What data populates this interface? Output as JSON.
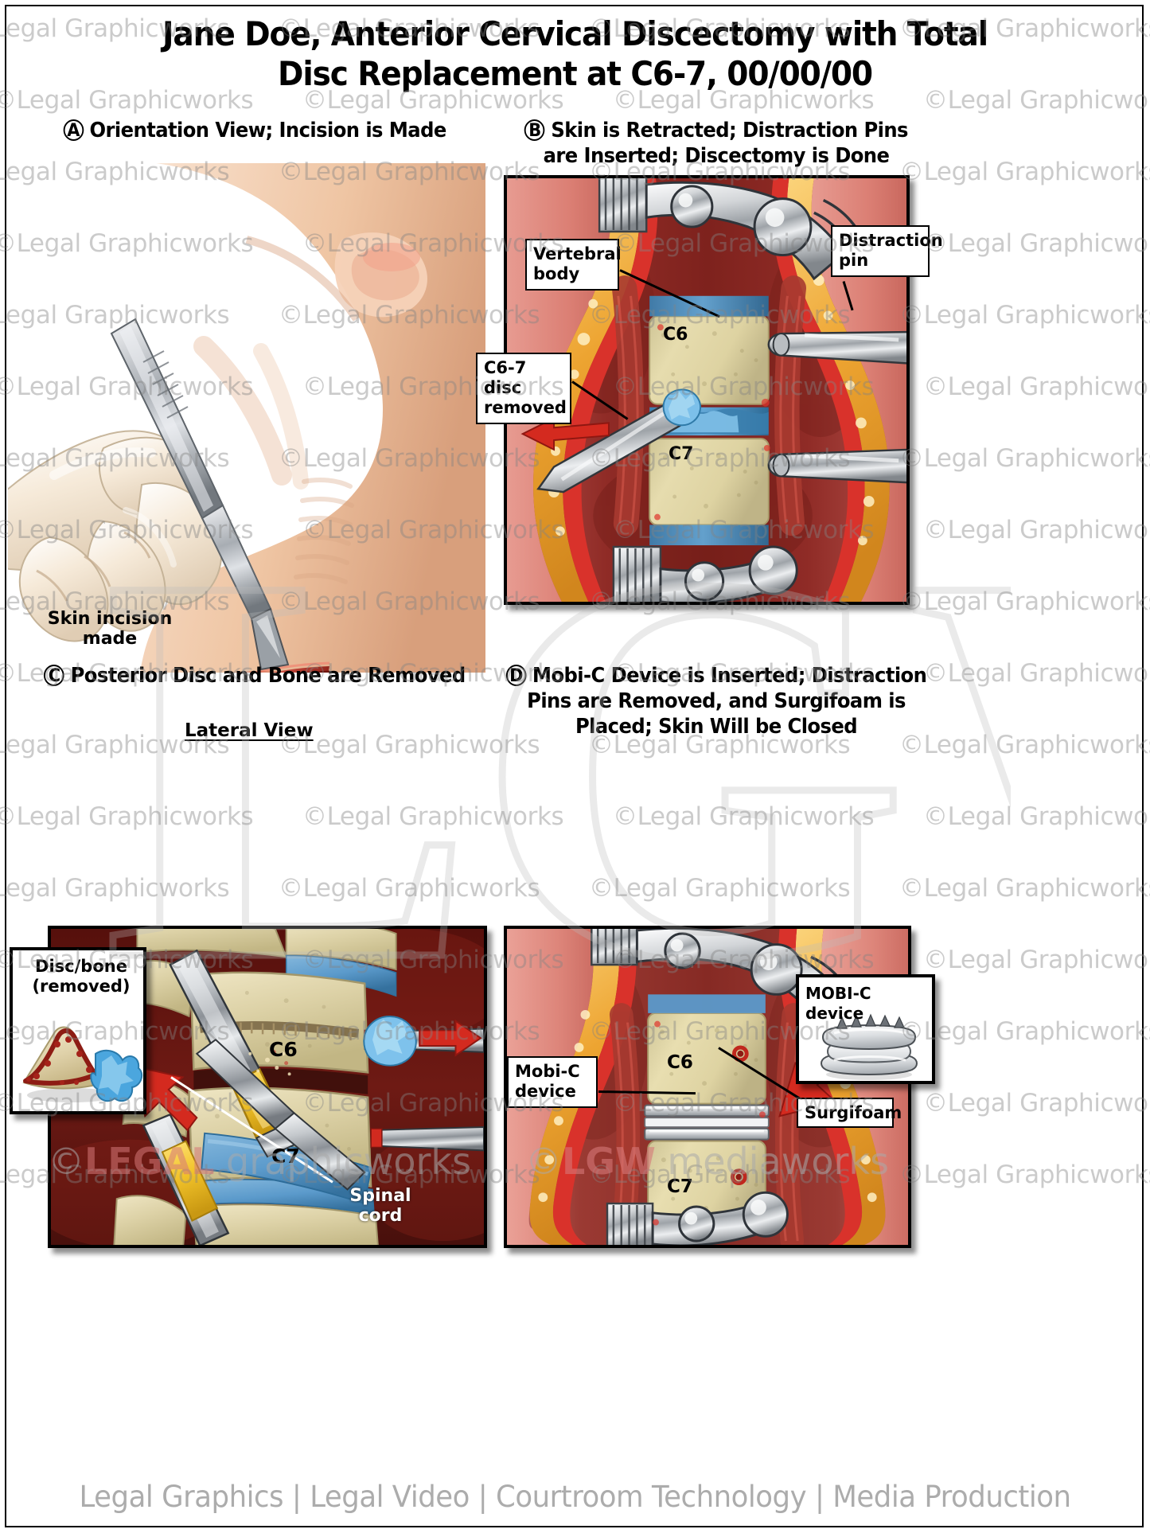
{
  "document": {
    "title_line1": "Jane Doe, Anterior Cervical Discectomy with Total",
    "title_line2": "Disc Replacement at C6-7, 00/00/00"
  },
  "panels": [
    {
      "id": "A",
      "letter": "A",
      "heading_lines": [
        "Orientation View; Incision is Made"
      ],
      "labels": [
        {
          "name": "skin-incision",
          "text": "Skin incision\nmade"
        }
      ]
    },
    {
      "id": "B",
      "letter": "B",
      "heading_lines": [
        "Skin is Retracted; Distraction Pins",
        "are Inserted; Discectomy is Done"
      ],
      "labels": [
        {
          "name": "vertebral-body",
          "text": "Vertebral\nbody"
        },
        {
          "name": "distraction-pin",
          "text": "Distraction\npin"
        },
        {
          "name": "c6-7-disc-removed",
          "text": "C6-7 disc\nremoved"
        },
        {
          "name": "c6",
          "text": "C6"
        },
        {
          "name": "c7",
          "text": "C7"
        }
      ]
    },
    {
      "id": "C",
      "letter": "C",
      "heading_lines": [
        "Posterior Disc and Bone are Removed"
      ],
      "subheading": "Lateral View",
      "labels": [
        {
          "name": "disc-bone-removed",
          "text": "Disc/bone\n(removed)"
        },
        {
          "name": "c6",
          "text": "C6"
        },
        {
          "name": "c7",
          "text": "C7"
        },
        {
          "name": "spinal-cord",
          "text": "Spinal\ncord"
        }
      ]
    },
    {
      "id": "D",
      "letter": "D",
      "heading_lines": [
        "Mobi-C Device is Inserted; Distraction",
        "Pins are Removed, and Surgifoam is",
        "Placed; Skin Will be Closed"
      ],
      "labels": [
        {
          "name": "mobi-c-device-inset",
          "text": "MOBI-C device"
        },
        {
          "name": "mobi-c-device",
          "text": "Mobi-C\ndevice"
        },
        {
          "name": "c6",
          "text": "C6"
        },
        {
          "name": "c7",
          "text": "C7"
        },
        {
          "name": "surgifoam",
          "text": "Surgifoam"
        }
      ]
    }
  ],
  "watermark": {
    "tile_text": "©Legal Graphicworks",
    "monogram": "LGW",
    "brand_left_legal": "LEGAL",
    "brand_left_rest": " graphicworks",
    "brand_right_lgw": "LGW",
    "brand_right_rest": " mediaworks",
    "copyright_mark": "©"
  },
  "footer": {
    "text": "Legal Graphics | Legal Video | Courtroom Technology | Media Production"
  },
  "colors": {
    "bone": "#e3dcb8",
    "disc_blue": "#5f9fd0",
    "tissue_red": "#9d2a25",
    "muscle_red": "#b8413a",
    "fat_yellow": "#f0a838",
    "skin": "#f0c8a8",
    "metal": "#c9cbcd",
    "arrow_red": "#d42a1f",
    "implant_gray": "#d8d8d8"
  }
}
